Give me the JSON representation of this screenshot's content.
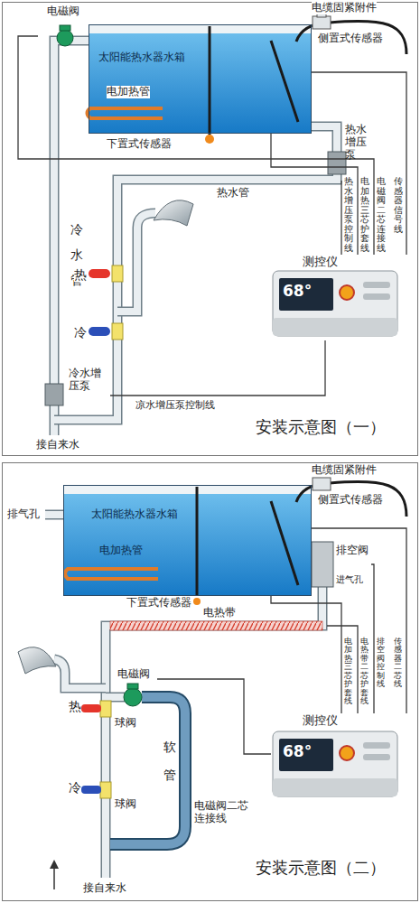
{
  "diagram": {
    "nodes": [
      {
        "text": [
          "安装示意图（一）"
        ]
      },
      {
        "text": [
          "电磁阀"
        ],
        "in": 0
      },
      {
        "text": [
          "太阳能热水器水箱"
        ],
        "in": 0
      },
      {
        "text": [
          "热水增压泵"
        ],
        "in": 0
      },
      {
        "text": [
          "测控仪"
        ],
        "in": 0
      },
      {
        "text": [
          "冷水增压泵"
        ],
        "in": 0
      },
      {
        "text": [
          "安装示意图（二）"
        ]
      },
      {
        "text": [
          "太阳能热水器水箱"
        ],
        "in": 6
      },
      {
        "text": [
          "排空阀"
        ],
        "in": 6
      },
      {
        "text": [
          "电热带"
        ],
        "in": 6
      },
      {
        "text": [
          "电磁阀"
        ],
        "in": 6
      },
      {
        "text": [
          "测控仪"
        ],
        "in": 6
      }
    ],
    "edges": [
      {
        "from": 4,
        "to": 3,
        "arrow": "none",
        "label": "热水增压泵控制线"
      },
      {
        "from": 4,
        "to": 2,
        "arrow": "none",
        "label": "电加热三芯护套线"
      },
      {
        "from": 4,
        "to": 1,
        "arrow": "none",
        "label": "电磁阀二芯连接线"
      },
      {
        "from": 4,
        "to": 2,
        "arrow": "none",
        "label": "传感器信号线"
      },
      {
        "from": 4,
        "to": 5,
        "arrow": "none",
        "label": "凉水增压泵控制线"
      },
      {
        "from": 11,
        "to": 7,
        "arrow": "none",
        "label": "电加热三芯护套线"
      },
      {
        "from": 11,
        "to": 9,
        "arrow": "none",
        "label": "电热带二芯护套线"
      },
      {
        "from": 11,
        "to": 8,
        "arrow": "none",
        "label": "排空阀控制线"
      },
      {
        "from": 11,
        "to": 7,
        "arrow": "none",
        "label": "传感器二芯线"
      },
      {
        "from": 11,
        "to": 10,
        "arrow": "none",
        "label": "电磁阀二芯连接线"
      }
    ],
    "labels": [
      "电缆固紧附件",
      "侧置式传感器",
      "电加热管",
      "下置式传感器",
      "热水管",
      "冷水管",
      "热",
      "冷",
      "68°",
      "接自来水",
      "排气孔",
      "电缆固紧附件",
      "侧置式传感器",
      "电加热管",
      "进气孔",
      "下置式传感器",
      "热",
      "球阀",
      "软管",
      "冷",
      "球阀",
      "68°",
      "接自来水"
    ]
  }
}
